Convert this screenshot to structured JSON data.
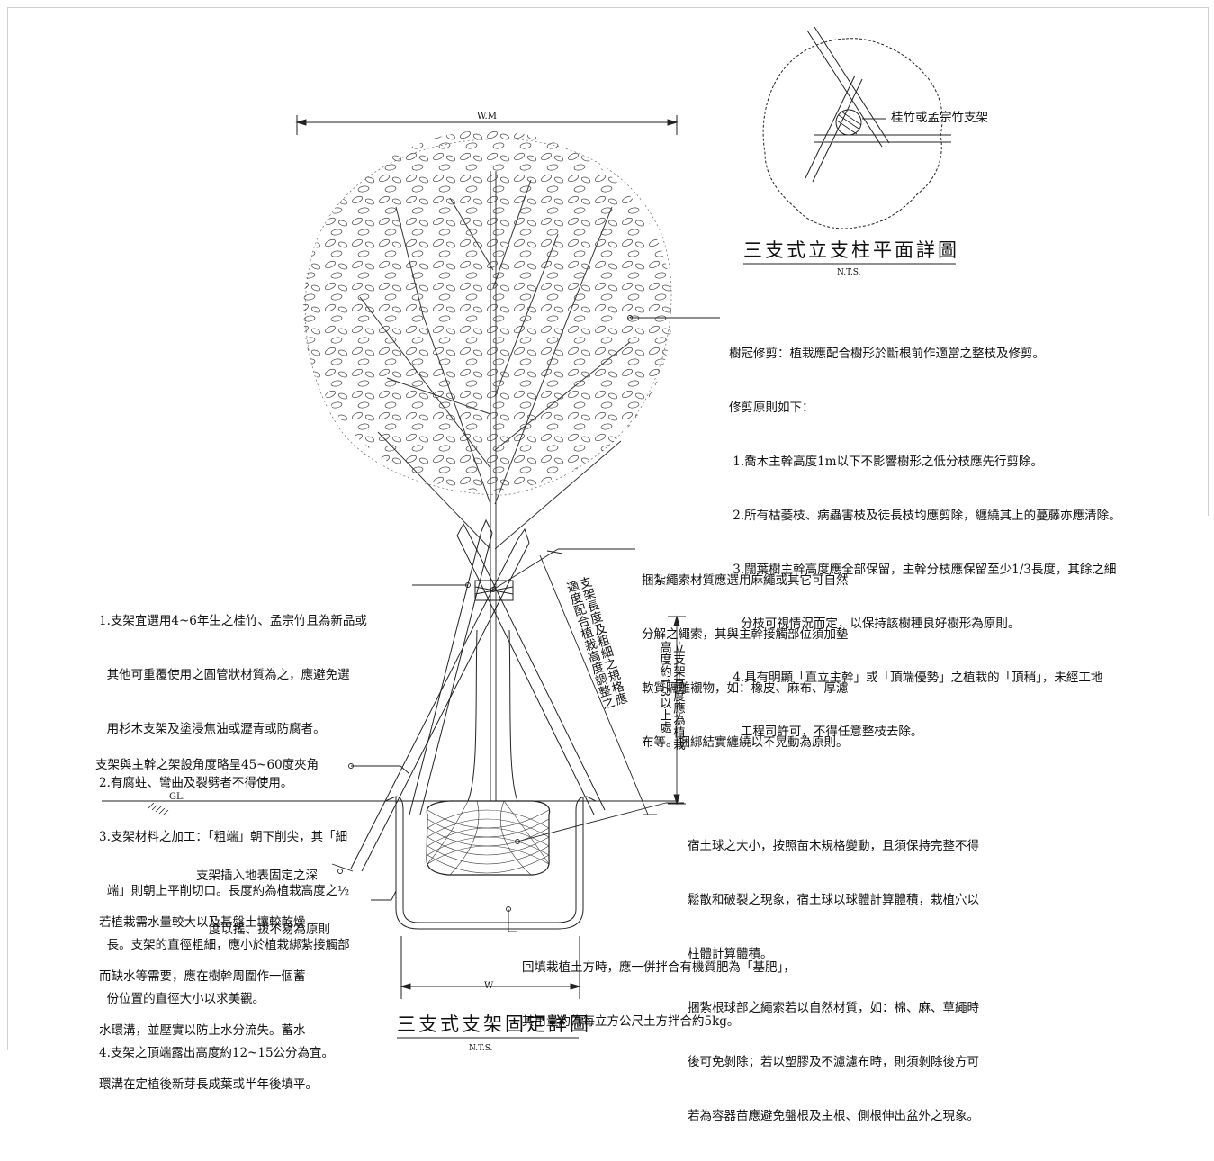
{
  "plan_view": {
    "label": "桂竹或孟宗竹支架",
    "title": "三支式立支柱平面詳圖",
    "scale": "N.T.S."
  },
  "elevation": {
    "width_label": "W.M",
    "ground_label": "GL.",
    "bottom_width_label": "W",
    "title": "三支式支架固定詳圖",
    "scale": "N.T.S."
  },
  "notes": {
    "crown": [
      "樹冠修剪：植栽應配合樹形於斷根前作適當之整枝及修剪。",
      "修剪原則如下：",
      " 1.喬木主幹高度1m以下不影響樹形之低分枝應先行剪除。",
      " 2.所有枯萎枝、病蟲害枝及徒長枝均應剪除，纏繞其上的蔓藤亦應清除。",
      " 3.闊葉樹主幹高度應全部保留，主幹分枝應保留至少1/3長度，其餘之細",
      "   分枝可視情況而定，以保持該樹種良好樹形為原則。",
      " 4.具有明顯「直立主幹」或「頂端優勢」之植栽的「頂稍」，未經工地",
      "   工程司許可，不得任意整枝去除。"
    ],
    "rope": [
      "捆紮繩索材質應選用麻繩或其它可自然",
      "分解之繩索，其與主幹接觸部位須加墊",
      "軟質隔離襯物，如：橡皮、麻布、厚濾",
      "布等。捆綁結實纏繞以不晃動為原則。"
    ],
    "support": [
      "1.支架宜選用4~6年生之桂竹、孟宗竹且為新品或",
      "  其他可重覆使用之圓管狀材質為之，應避免選",
      "  用杉木支架及塗浸焦油或瀝青或防腐者。",
      "2.有腐蛀、彎曲及裂劈者不得使用。",
      "3.支架材料之加工：「粗端」朝下削尖，其「細",
      "  端」則朝上平削切口。長度約為植栽高度之½",
      "  長。支架的直徑粗細，應小於植栽綁紮接觸部",
      "  份位置的直徑大小以求美觀。",
      "4.支架之頂端露出高度約12~15公分為宜。"
    ],
    "angle": "支架與主幹之架設角度略呈45~60度夾角",
    "insert": [
      "支架插入地表固定之深",
      "度以搖、拔不易為原則"
    ],
    "trench": [
      "若植栽需水量較大以及基盤土壤較乾燥",
      "而缺水等需要，應在樹幹周圍作一個蓄",
      "水環溝，並壓實以防止水分流失。蓄水",
      "環溝在定植後新芽長成葉或半年後填平。"
    ],
    "root_ball": [
      "宿土球之大小，按照苗木規格變動，且須保持完整不得",
      "鬆散和破裂之現象，宿土球以球體計算體積，栽植穴以",
      "柱體計算體積。",
      "捆紮根球部之繩索若以自然材質，如：棉、麻、草繩時",
      "後可免剝除；若以塑膠及不濾濾布時，則須剝除後方可",
      "若為容器苗應避免盤根及主根、側根伸出盆外之現象。"
    ],
    "backfill": [
      "回填栽植土方時，應一併拌合有機質肥為「基肥」，",
      "其用量約為每立方公尺土方拌合約5kg。"
    ],
    "vertical_left": [
      "支架長度及粗細之規格應",
      "適度配合植栽高度調整之"
    ],
    "vertical_right": [
      "立支架高度應為植栽",
      "高度約1/3以上處"
    ]
  }
}
